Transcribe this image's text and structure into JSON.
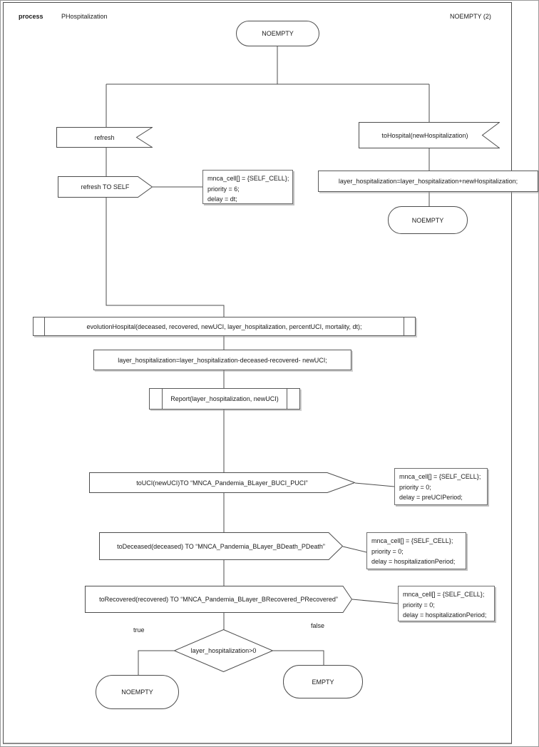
{
  "header": {
    "kind": "process",
    "name": "PHospitalization",
    "page_ref": "NOEMPTY (2)"
  },
  "states": {
    "start": "NOEMPTY",
    "after_hospital": "NOEMPTY",
    "true_branch": "NOEMPTY",
    "false_branch": "EMPTY"
  },
  "signals": {
    "refresh_in": "refresh",
    "refresh_out": "refresh TO SELF",
    "to_hospital_in": "toHospital(newHospitalization)",
    "to_uci_out": "toUCI(newUCI)TO “MNCA_Pandemia_BLayer_BUCI_PUCI”",
    "to_deceased_out": "toDeceased(deceased) TO “MNCA_Pandemia_BLayer_BDeath_PDeath”",
    "to_recovered_out": "toRecovered(recovered) TO “MNCA_Pandemia_BLayer_BRecovered_PRecovered”"
  },
  "tasks": {
    "add": "layer_hospitalization=layer_hospitalization+newHospitalization;",
    "subtract": "layer_hospitalization=layer_hospitalization-deceased-recovered- newUCI;"
  },
  "procedures": {
    "evolution": "evolutionHospital(deceased, recovered, newUCI, layer_hospitalization, percentUCI, mortality, dt);",
    "report": "Report(layer_hospitalization, newUCI)"
  },
  "decision": {
    "condition": "layer_hospitalization>0",
    "true_label": "true",
    "false_label": "false"
  },
  "comments": {
    "refresh": [
      "mnca_cell[] = {SELF_CELL};",
      "priority = 6;",
      "delay = dt;"
    ],
    "to_uci": [
      "mnca_cell[] = {SELF_CELL};",
      "priority = 0;",
      "delay = preUCIPeriod;"
    ],
    "to_deceased": [
      "mnca_cell[] = {SELF_CELL};",
      "priority = 0;",
      "delay = hospitalizationPeriod;"
    ],
    "to_recovered": [
      "mnca_cell[] = {SELF_CELL};",
      "priority = 0;",
      "delay = hospitalizationPeriod;"
    ]
  },
  "colors": {
    "line": "#4d4d4d",
    "shape_border": "#4d4d4d",
    "comment_border": "#6e6e6e",
    "text": "#1a1a1a",
    "background": "#ffffff"
  }
}
